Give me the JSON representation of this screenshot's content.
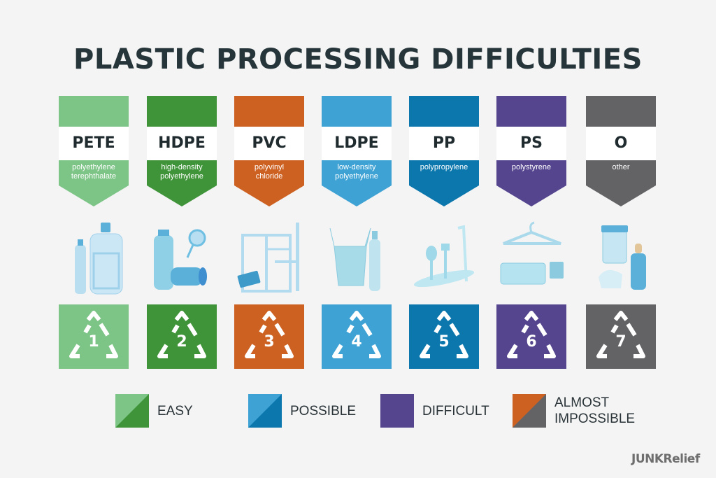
{
  "title": "PLASTIC PROCESSING DIFFICULTIES",
  "plastics": [
    {
      "code": "PETE",
      "name_line1": "polyethylene",
      "name_line2": "terephthalate",
      "number": "1",
      "color": "#7dc487",
      "difficulty": "EASY",
      "examples": "water bottles"
    },
    {
      "code": "HDPE",
      "name_line1": "high-density",
      "name_line2": "polyethylene",
      "number": "2",
      "color": "#3f9439",
      "difficulty": "EASY",
      "examples": "bottle, toy rattle, container"
    },
    {
      "code": "PVC",
      "name_line1": "polyvinyl",
      "name_line2": "chloride",
      "number": "3",
      "color": "#cd6122",
      "difficulty": "ALMOST IMPOSSIBLE",
      "examples": "window frame, pipe, card"
    },
    {
      "code": "LDPE",
      "name_line1": "low-density",
      "name_line2": "polyethylene",
      "number": "4",
      "color": "#3ea2d4",
      "difficulty": "POSSIBLE",
      "examples": "plastic bag, bottle"
    },
    {
      "code": "PP",
      "name_line1": "polypropylene",
      "name_line2": "",
      "number": "5",
      "color": "#0b77ad",
      "difficulty": "POSSIBLE",
      "examples": "cutlery, straw, plate"
    },
    {
      "code": "PS",
      "name_line1": "polystyrene",
      "name_line2": "",
      "number": "6",
      "color": "#55458f",
      "difficulty": "DIFFICULT",
      "examples": "hanger, egg carton, cup"
    },
    {
      "code": "O",
      "name_line1": "other",
      "name_line2": "",
      "number": "7",
      "color": "#636366",
      "difficulty": "ALMOST IMPOSSIBLE",
      "examples": "jar, baby bottle"
    }
  ],
  "legend": [
    {
      "label": "EASY",
      "label_line2": "",
      "color_a": "#7dc487",
      "color_b": "#3f9439"
    },
    {
      "label": "POSSIBLE",
      "label_line2": "",
      "color_a": "#3ea2d4",
      "color_b": "#0b77ad"
    },
    {
      "label": "DIFFICULT",
      "label_line2": "",
      "color_a": "#55458f",
      "color_b": "#55458f"
    },
    {
      "label": "ALMOST",
      "label_line2": "IMPOSSIBLE",
      "color_a": "#cd6122",
      "color_b": "#636366"
    }
  ],
  "logo": {
    "bold": "JUNK",
    "rest": "Relief"
  }
}
